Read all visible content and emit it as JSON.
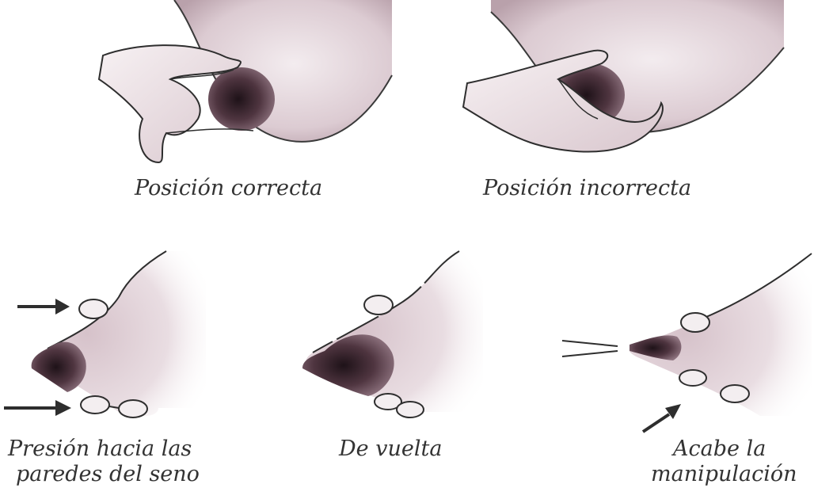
{
  "panels": {
    "correct": {
      "caption": "Posición correcta"
    },
    "incorrect": {
      "caption": "Posición incorrecta"
    },
    "press": {
      "caption_line1": "Presión hacia las",
      "caption_line2": "paredes del seno"
    },
    "roll": {
      "caption": "De vuelta"
    },
    "finish": {
      "caption_line1": "Acabe la",
      "caption_line2": "manipulación"
    }
  },
  "colors": {
    "ink": "#2e2e2e",
    "skin": "#efe6ea",
    "shade": "#c9b3bc",
    "areola": "#5a3f4a",
    "areola_core": "#2a1a22"
  }
}
